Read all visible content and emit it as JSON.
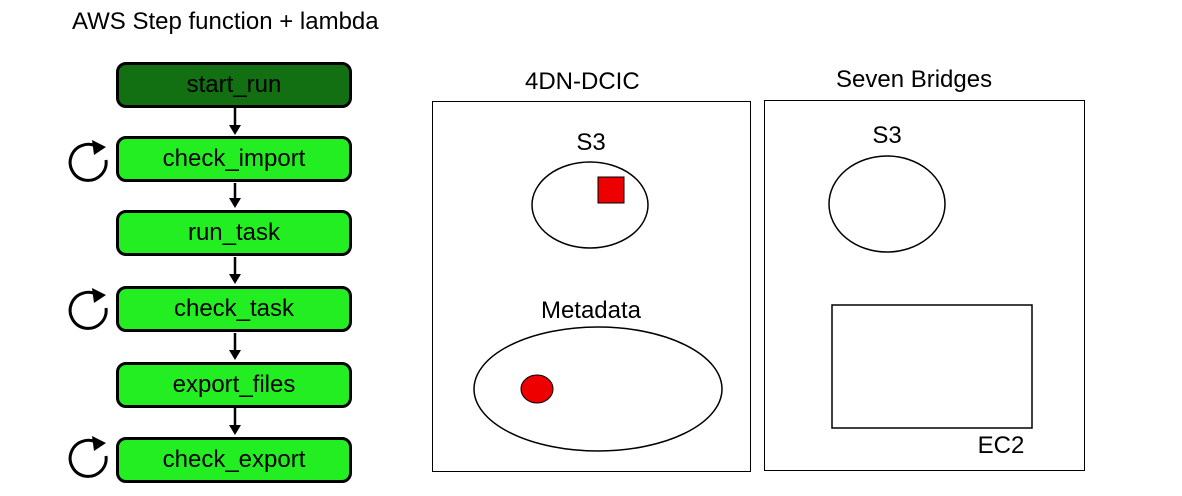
{
  "title": "AWS Step function + lambda",
  "steps": [
    {
      "label": "start_run"
    },
    {
      "label": "check_import"
    },
    {
      "label": "run_task"
    },
    {
      "label": "check_task"
    },
    {
      "label": "export_files"
    },
    {
      "label": "check_export"
    }
  ],
  "panels": {
    "dcic": {
      "label": "4DN-DCIC",
      "s3_label": "S3",
      "metadata_label": "Metadata"
    },
    "sbg": {
      "label": "Seven Bridges",
      "s3_label": "S3",
      "ec2_label": "EC2"
    }
  },
  "colors": {
    "start": "#127012",
    "step": "#22ee22",
    "file_marker": "#ee0000"
  }
}
